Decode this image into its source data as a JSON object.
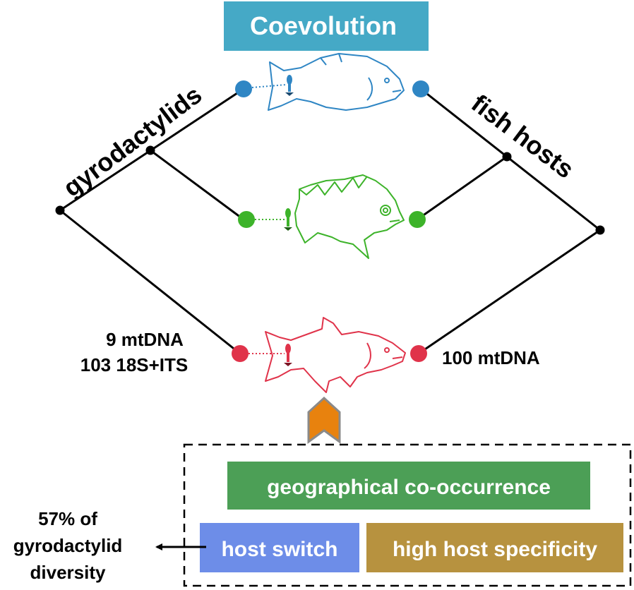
{
  "title": "Coevolution",
  "left_tree_label": "gyrodactylids",
  "right_tree_label": "fish hosts",
  "left_counts": [
    "9 mtDNA",
    "103 18S+ITS"
  ],
  "right_count": "100 mtDNA",
  "factors": {
    "top": "geographical co-occurrence",
    "left": "host switch",
    "right": "high host specificity"
  },
  "outcome": [
    "57% of",
    "gyrodactylid",
    "diversity"
  ],
  "colors": {
    "title_bg": "#45a9c6",
    "blue": "#2f86c4",
    "green": "#3db32a",
    "red": "#e0334a",
    "orange_arrow": "#e8820e",
    "geo_box": "#4c9f56",
    "switch_box": "#6d8de8",
    "specificity_box": "#b7923f"
  }
}
